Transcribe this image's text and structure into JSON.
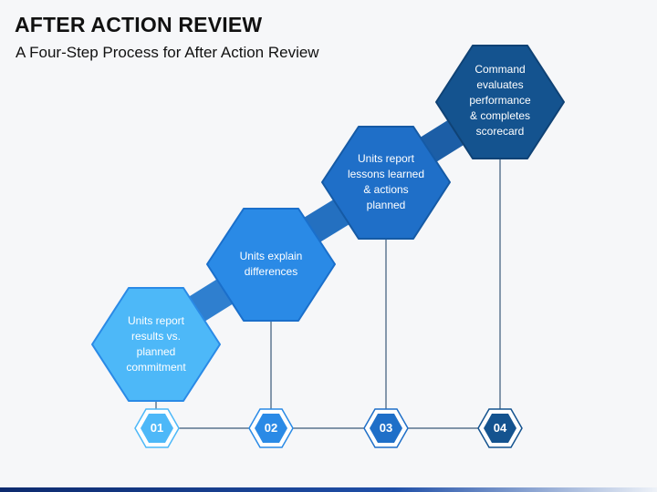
{
  "title": "AFTER ACTION REVIEW",
  "subtitle": "A Four-Step Process for After Action Review",
  "colors": {
    "step1": "#4db8f8",
    "step2": "#2a8ae6",
    "step3": "#1f6fc8",
    "step4": "#14538f",
    "connector": "#2f7fcf",
    "line": "#3a5a7a"
  },
  "steps": [
    {
      "number": "01",
      "lines": [
        "Units report",
        "results vs.",
        "planned",
        "commitment"
      ]
    },
    {
      "number": "02",
      "lines": [
        "Units explain",
        "differences"
      ]
    },
    {
      "number": "03",
      "lines": [
        "Units report",
        "lessons learned",
        "& actions",
        "planned"
      ]
    },
    {
      "number": "04",
      "lines": [
        "Command",
        "evaluates",
        "performance",
        "& completes",
        "scorecard"
      ]
    }
  ]
}
